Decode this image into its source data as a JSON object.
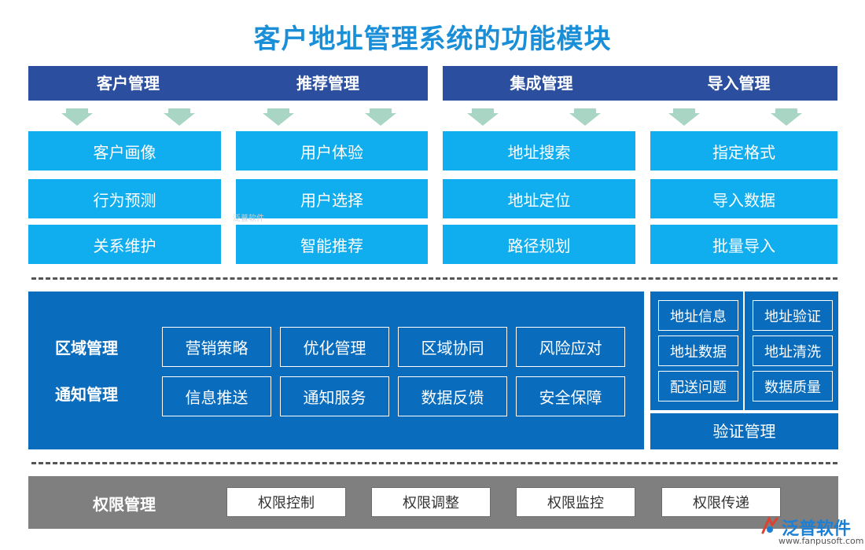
{
  "title": "客户地址管理系统的功能模块",
  "colors": {
    "title": "#1a8fd8",
    "header": "#2b4e9e",
    "cyan_box": "#10aeee",
    "arrow": "#a9d6c4",
    "mid_panel": "#0a6cbd",
    "bottom_panel": "#7f7f7f"
  },
  "top": {
    "headers": [
      "客户管理",
      "推荐管理",
      "集成管理",
      "导入管理"
    ],
    "columns": [
      [
        "客户画像",
        "行为预测",
        "关系维护"
      ],
      [
        "用户体验",
        "用户选择",
        "智能推荐"
      ],
      [
        "地址搜索",
        "地址定位",
        "路径规划"
      ],
      [
        "指定格式",
        "导入数据",
        "批量导入"
      ]
    ]
  },
  "middle": {
    "labels": [
      "区域管理",
      "通知管理"
    ],
    "rows": [
      [
        "营销策略",
        "优化管理",
        "区域协同",
        "风险应对"
      ],
      [
        "信息推送",
        "通知服务",
        "数据反馈",
        "安全保障"
      ]
    ],
    "verify": {
      "left": [
        "地址信息",
        "地址数据",
        "配送问题"
      ],
      "right": [
        "地址验证",
        "地址清洗",
        "数据质量"
      ],
      "label": "验证管理"
    }
  },
  "bottom": {
    "label": "权限管理",
    "items": [
      "权限控制",
      "权限调整",
      "权限监控",
      "权限传递"
    ]
  },
  "brand": {
    "name": "泛普软件",
    "url": "www.fanpusoft.com",
    "watermark": "泛普软件"
  }
}
